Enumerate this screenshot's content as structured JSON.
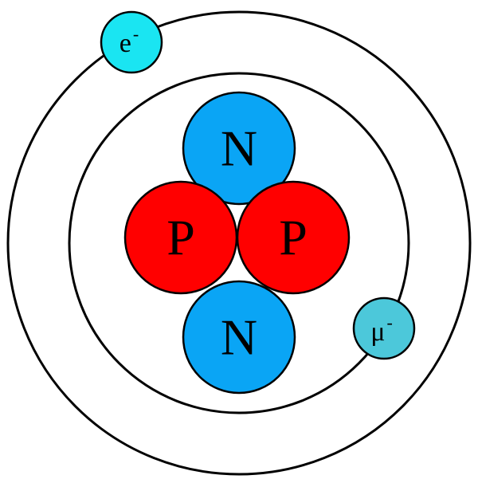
{
  "diagram": {
    "outer_orbit": {
      "role": "electron orbit"
    },
    "inner_orbit": {
      "role": "muon orbit"
    },
    "nucleus": {
      "neutron_top": {
        "label": "N",
        "color": "#0AA5F5"
      },
      "proton_left": {
        "label": "P",
        "color": "#FF0000"
      },
      "proton_right": {
        "label": "P",
        "color": "#FF0000"
      },
      "neutron_bottom": {
        "label": "N",
        "color": "#0AA5F5"
      }
    },
    "electron": {
      "symbol": "e",
      "charge": "-",
      "color": "#1AE5F2"
    },
    "muon": {
      "symbol": "μ",
      "charge": "-",
      "color": "#4CC8DA"
    }
  }
}
